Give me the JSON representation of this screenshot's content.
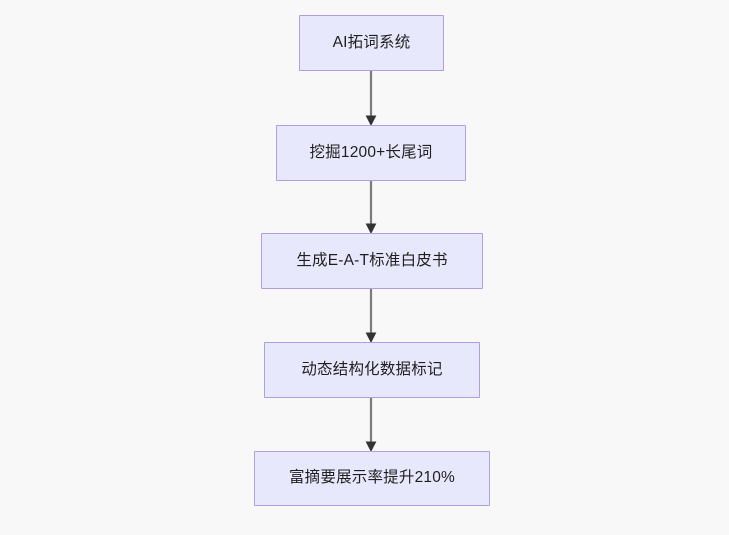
{
  "canvas": {
    "background_color": "#f8f8f8",
    "node_fill_color": "#e8e8fc",
    "node_border_color": "#b39ddb",
    "node_text_color": "#1f1f1f",
    "edge_color": "#7b7b7b",
    "arrowhead_color": "#333333"
  },
  "flowchart": {
    "type": "flowchart",
    "direction": "top-down",
    "nodes": [
      {
        "id": "n1",
        "label": "AI拓词系统"
      },
      {
        "id": "n2",
        "label": "挖掘1200+长尾词"
      },
      {
        "id": "n3",
        "label": "生成E-A-T标准白皮书"
      },
      {
        "id": "n4",
        "label": "动态结构化数据标记"
      },
      {
        "id": "n5",
        "label": "富摘要展示率提升210%"
      }
    ],
    "edges": [
      {
        "id": "e1",
        "from": "n1",
        "to": "n2",
        "label": "",
        "arrow": "arrowhead-down-icon"
      },
      {
        "id": "e2",
        "from": "n2",
        "to": "n3",
        "label": "",
        "arrow": "arrowhead-down-icon"
      },
      {
        "id": "e3",
        "from": "n3",
        "to": "n4",
        "label": "",
        "arrow": "arrowhead-down-icon"
      },
      {
        "id": "e4",
        "from": "n4",
        "to": "n5",
        "label": "",
        "arrow": "arrowhead-down-icon"
      }
    ]
  }
}
